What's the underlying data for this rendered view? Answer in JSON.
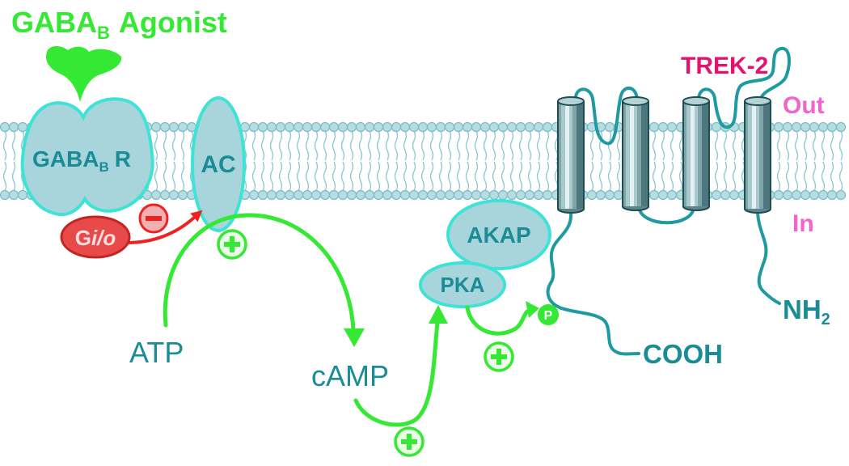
{
  "agonist": {
    "label_main": "GABA",
    "label_sub": "B",
    "label_rest": "Agonist"
  },
  "receptor": {
    "label_main": "GABA",
    "label_sub": "B",
    "label_rest": "R"
  },
  "g_protein": {
    "label_main": "G",
    "label_italic": "i/o"
  },
  "adenylyl_cyclase": {
    "label": "AC"
  },
  "substrate": "ATP",
  "product": "cAMP",
  "akap": {
    "label": "AKAP"
  },
  "pka": {
    "label": "PKA"
  },
  "phosphate": {
    "label": "P"
  },
  "channel": {
    "name": "TREK-2",
    "out_label": "Out",
    "in_label": "In",
    "n_terminus_main": "NH",
    "n_terminus_sub": "2",
    "c_terminus": "COOH"
  },
  "icons": {
    "activation": "plus-circle-icon",
    "inhibition": "minus-circle-icon"
  },
  "colors": {
    "activation": "#34e834",
    "inhibition": "#ee2222",
    "g_protein_fill": "#e84a4a",
    "protein_fill": "#a8d4db",
    "protein_outline": "#3fe3d6",
    "label_teal": "#1a8c96",
    "channel_line": "#1f9aa1",
    "channel_name": "#e3146f",
    "compartment_label": "#f263cc"
  }
}
